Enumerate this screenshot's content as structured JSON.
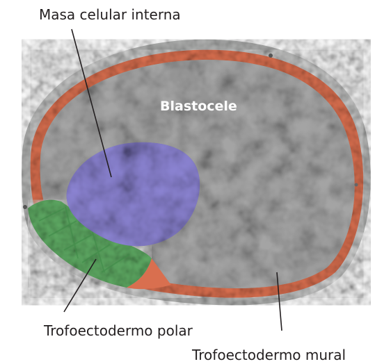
{
  "labels": {
    "inner_cell_mass": "Masa celular interna",
    "blastocoel": "Blastocele",
    "polar_trophectoderm": "Trofoectodermo polar",
    "mural_trophectoderm": "Trofoectodermo mural"
  },
  "colors": {
    "outer_rim": "#a9aaa9",
    "trophectoderm_mural": "#d96f4f",
    "trophectoderm_polar": "#5fab64",
    "inner_cell_mass": "#6a62b4",
    "cavity": "#8c8c8c",
    "text_dark": "#231f20",
    "text_light": "#ffffff"
  }
}
